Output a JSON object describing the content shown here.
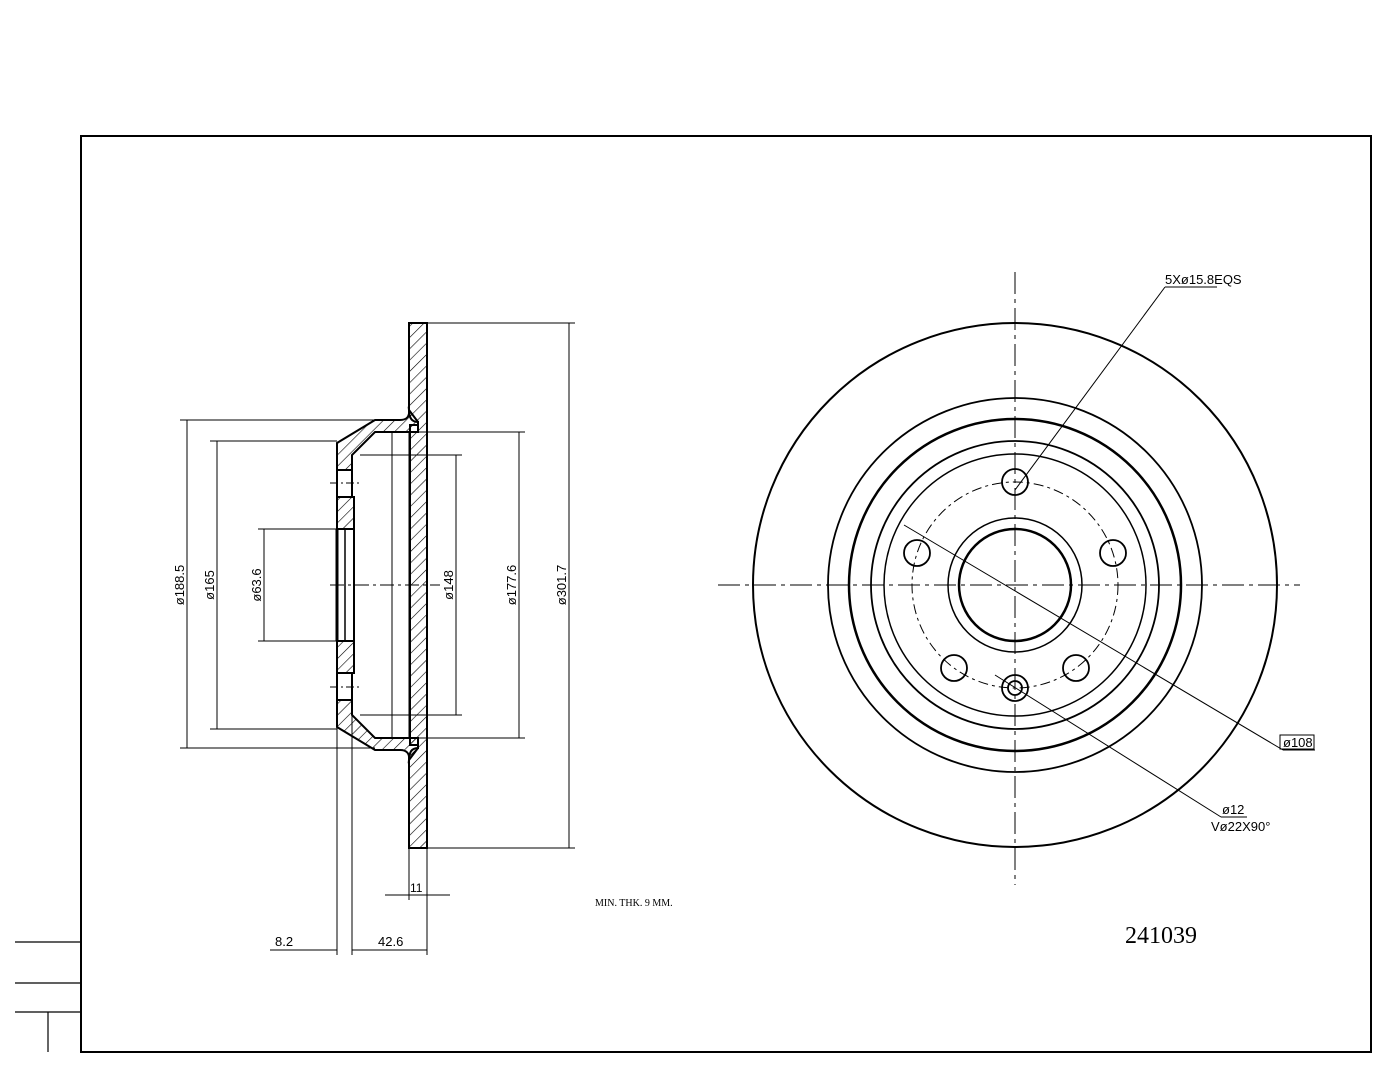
{
  "part_number": "241039",
  "note": "MIN. THK. 9 MM.",
  "section_dims": {
    "d188": "ø188.5",
    "d165": "ø165",
    "d63": "ø63.6",
    "d148": "ø148",
    "d177": "ø177.6",
    "d301": "ø301.7",
    "thk": "11",
    "offset": "8.2",
    "height": "42.6"
  },
  "front_dims": {
    "bolts": "5Xø15.8EQS",
    "pcd": "ø108",
    "hole": "ø12",
    "countersink": "Vø22X90°"
  }
}
